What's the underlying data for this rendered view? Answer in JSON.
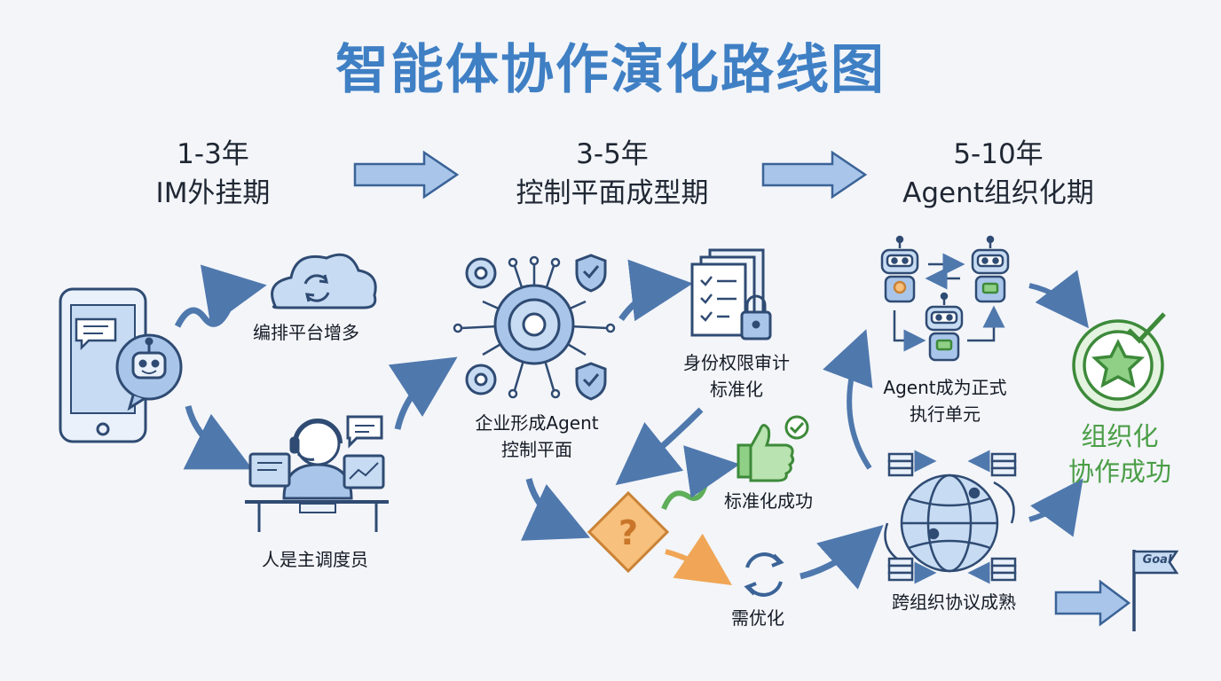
{
  "title": "智能体协作演化路线图",
  "phases": [
    {
      "years": "1-3年",
      "name": "IM外挂期"
    },
    {
      "years": "3-5年",
      "name": "控制平面成型期"
    },
    {
      "years": "5-10年",
      "name": "Agent组织化期"
    }
  ],
  "nodes": {
    "platforms": "编排平台增多",
    "human_dispatcher": "人是主调度员",
    "control_plane": [
      "企业形成Agent",
      "控制平面"
    ],
    "identity_audit": [
      "身份权限审计",
      "标准化"
    ],
    "std_success": "标准化成功",
    "needs_opt": "需优化",
    "agent_exec": [
      "Agent成为正式",
      "执行单元"
    ],
    "cross_org": "跨组织协议成熟",
    "final": [
      "组织化",
      "协作成功"
    ],
    "goal_flag": "Goal"
  },
  "colors": {
    "title": "#3f7fc4",
    "line": "#2f4b73",
    "fill_blue": "#a9c6ea",
    "orange": "#f0a656",
    "green": "#4b9e47"
  }
}
